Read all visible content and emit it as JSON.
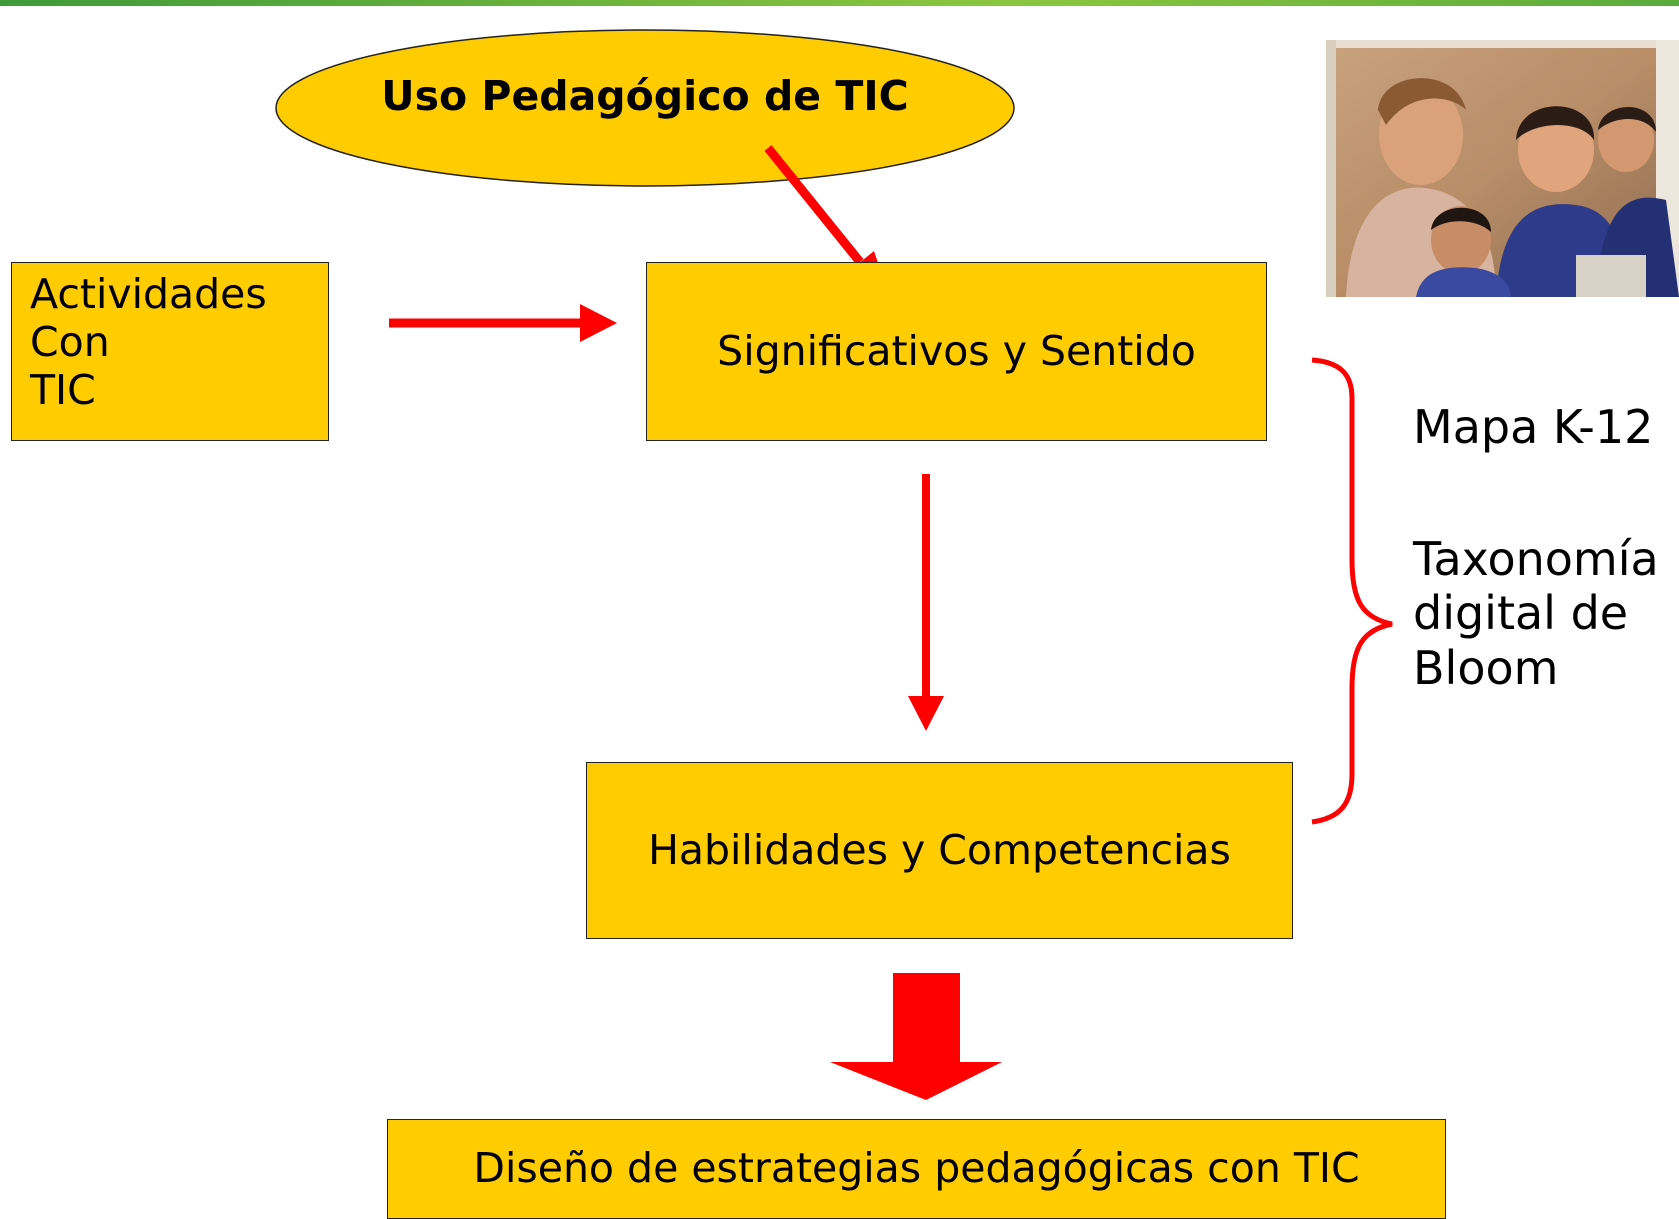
{
  "title": "Uso Pedagógico de TIC",
  "boxes": {
    "actividades": [
      "Actividades",
      "Con",
      "TIC"
    ],
    "significativos": "Significativos y Sentido",
    "habilidades": "Habilidades y Competencias",
    "diseno": "Diseño de estrategias pedagógicas con TIC"
  },
  "side": {
    "mapa": "Mapa K-12",
    "taxonomia": [
      "Taxonomía",
      "digital de",
      "Bloom"
    ]
  },
  "colors": {
    "box_fill": "#FFCC00",
    "arrow": "#FF0000",
    "top_bar": "#7DB63A"
  }
}
